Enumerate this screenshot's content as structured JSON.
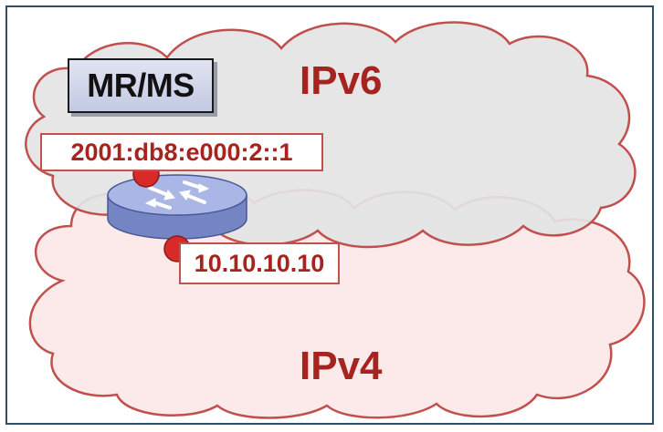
{
  "clouds": {
    "ipv6_label": "IPv6",
    "ipv4_label": "IPv4",
    "ipv6_fill": "#e4e4e4",
    "ipv4_fill": "#fce8e8",
    "outline_color": "#c0504d"
  },
  "node": {
    "name": "MR/MS",
    "router_color": "#8e9ed6"
  },
  "addresses": {
    "ipv6": "2001:db8:e000:2::1",
    "ipv4": "10.10.10.10"
  },
  "colors": {
    "text_accent": "#a52420",
    "frame": "#2f4d66",
    "interface_dot": "#d92a2a"
  }
}
